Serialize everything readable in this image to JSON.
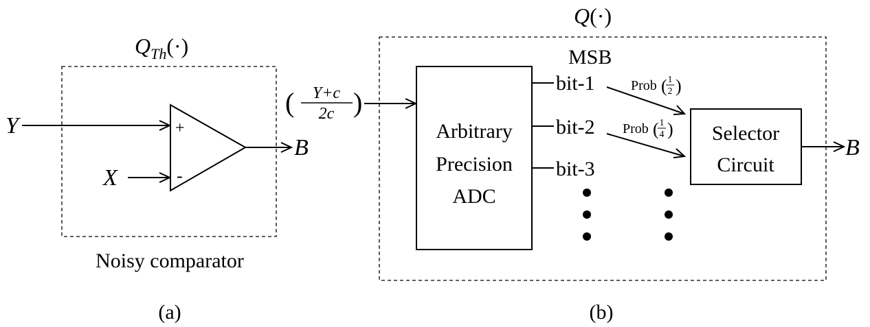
{
  "panel_a": {
    "block_title": {
      "main": "Q",
      "sub": "Th",
      "arg": "(·)"
    },
    "input_y": "Y",
    "input_x": "X",
    "plus_sign": "+",
    "minus_sign": "-",
    "output": "B",
    "caption": "Noisy comparator",
    "label": "(a)"
  },
  "panel_b": {
    "block_title": {
      "main": "Q",
      "arg": "(·)"
    },
    "input": {
      "lparen": "(",
      "numerator": "Y+c",
      "denominator": "2c",
      "rparen": ")"
    },
    "adc_lines": [
      "Arbitrary",
      "Precision",
      "ADC"
    ],
    "msb_label": "MSB",
    "bits": [
      "bit-1",
      "bit-2",
      "bit-3"
    ],
    "prob_labels": [
      {
        "prefix": "Prob",
        "numerator": "1",
        "denominator": "2"
      },
      {
        "prefix": "Prob",
        "numerator": "1",
        "denominator": "4"
      }
    ],
    "selector_lines": [
      "Selector",
      "Circuit"
    ],
    "output": "B",
    "label": "(b)"
  }
}
